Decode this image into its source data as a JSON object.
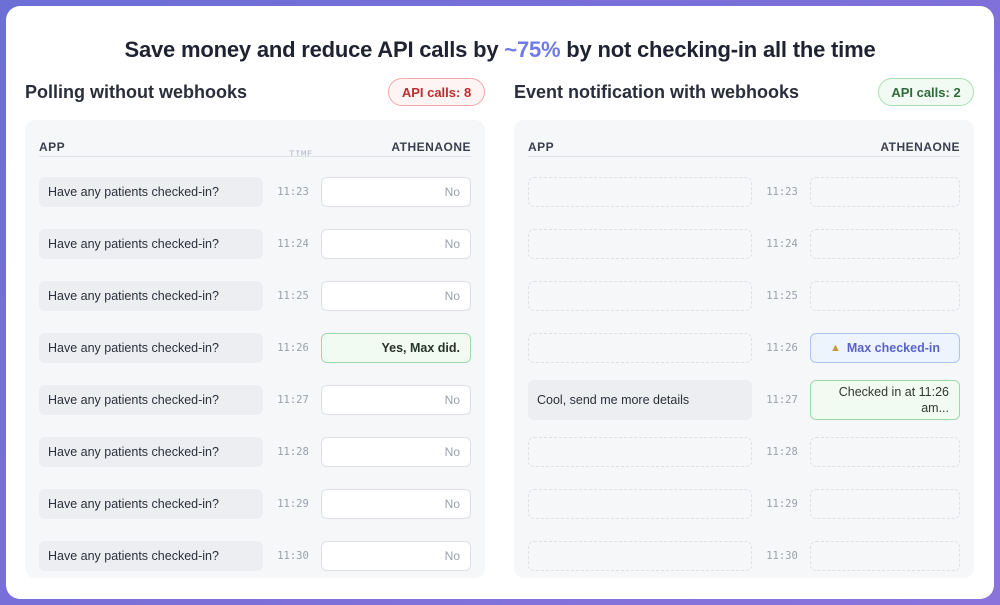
{
  "headline": {
    "prefix": "Save money and reduce API calls by ",
    "accent": "~75%",
    "suffix": " by not checking-in all the time"
  },
  "left": {
    "title": "Polling without webhooks",
    "badge": "API calls: 8",
    "col_app": "APP",
    "col_time": "TIME",
    "col_ehr": "ATHENAONE",
    "rows": [
      {
        "msg": "Have any patients checked-in?",
        "time": "11:23",
        "resp": "No"
      },
      {
        "msg": "Have any patients checked-in?",
        "time": "11:24",
        "resp": "No"
      },
      {
        "msg": "Have any patients checked-in?",
        "time": "11:25",
        "resp": "No"
      },
      {
        "msg": "Have any patients checked-in?",
        "time": "11:26",
        "resp": "Yes, Max did."
      },
      {
        "msg": "Have any patients checked-in?",
        "time": "11:27",
        "resp": "No"
      },
      {
        "msg": "Have any patients checked-in?",
        "time": "11:28",
        "resp": "No"
      },
      {
        "msg": "Have any patients checked-in?",
        "time": "11:29",
        "resp": "No"
      },
      {
        "msg": "Have any patients checked-in?",
        "time": "11:30",
        "resp": "No"
      }
    ]
  },
  "right": {
    "title": "Event notification with webhooks",
    "badge": "API calls: 2",
    "col_app": "APP",
    "col_ehr": "ATHENAONE",
    "rows": [
      {
        "time": "11:23"
      },
      {
        "time": "11:24"
      },
      {
        "time": "11:25"
      },
      {
        "time": "11:26",
        "resp": "Max checked-in"
      },
      {
        "time": "11:27",
        "msg": "Cool, send me more details",
        "resp_line1": "Checked in at 11:26",
        "resp_line2": "am..."
      },
      {
        "time": "11:28"
      },
      {
        "time": "11:29"
      },
      {
        "time": "11:30"
      }
    ]
  },
  "colors": {
    "accent": "#6f7ae8",
    "red_badge": "#b92e2e",
    "green_badge": "#2f6b3a"
  }
}
